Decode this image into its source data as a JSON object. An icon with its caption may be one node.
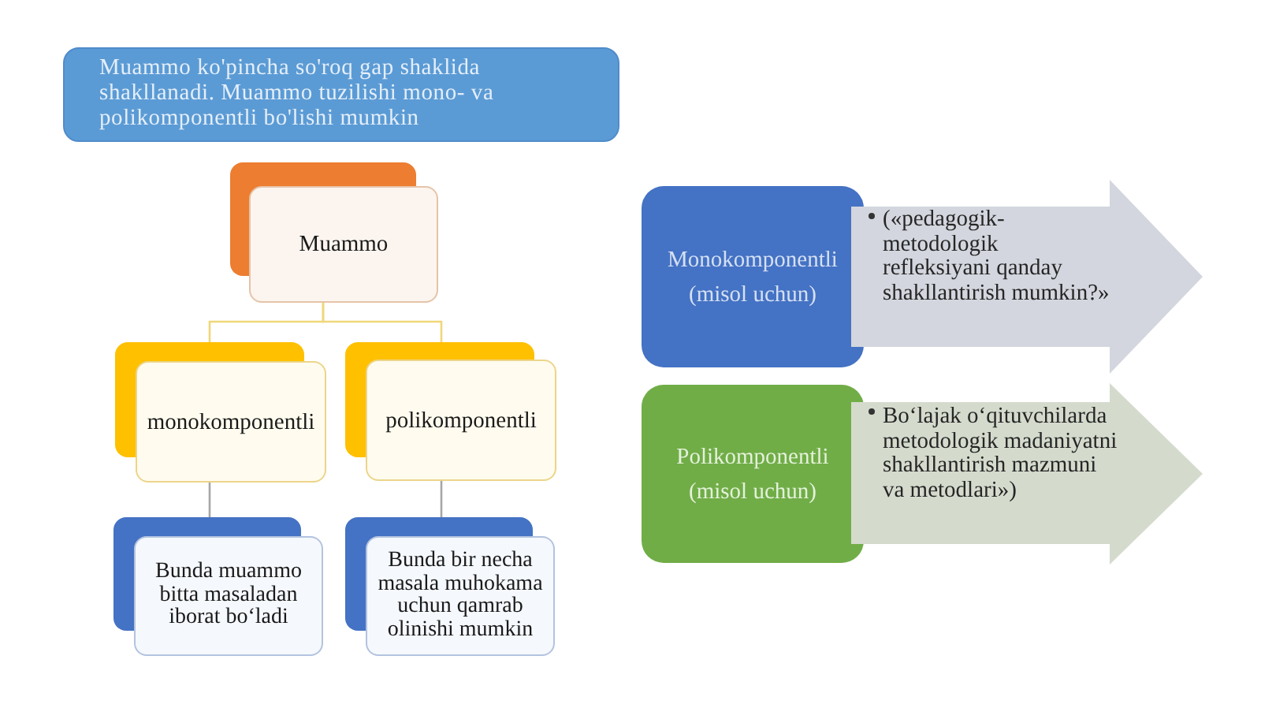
{
  "diagram": {
    "nodes": [
      {
        "text": [
          "Muammo ko'pincha so'roq gap shaklida shakllanadi. Muammo tuzilishi mono- va polikomponentli bo'lishi mumkin"
        ]
      },
      {
        "text": [
          "Muammo"
        ]
      },
      {
        "text": [
          "monokomponentli"
        ]
      },
      {
        "text": [
          "polikomponentli"
        ]
      },
      {
        "text": [
          "Bunda muammo bitta masaladan iborat bo‘ladi"
        ]
      },
      {
        "text": [
          "Bunda bir necha masala muhokama uchun qamrab olinishi mumkin"
        ]
      },
      {
        "text": [
          "Monokomponentli (misol uchun)"
        ]
      },
      {
        "text": [
          "(«pedagogik-metodologik refleksiyani qanday shakllantirish mumkin?»"
        ]
      },
      {
        "text": [
          "Polikomponentli (misol uchun)"
        ]
      },
      {
        "text": [
          "Bo‘lajak o‘qituvchilarda metodologik madaniyatni shakllantirish mazmuni va metodlari»)"
        ]
      }
    ],
    "edges": [
      {
        "from": 1,
        "to": 2,
        "arrow": "none",
        "color": "#f0d77a"
      },
      {
        "from": 1,
        "to": 3,
        "arrow": "none",
        "color": "#f0d77a"
      },
      {
        "from": 2,
        "to": 4,
        "arrow": "none"
      },
      {
        "from": 3,
        "to": 5,
        "arrow": "none"
      }
    ]
  }
}
